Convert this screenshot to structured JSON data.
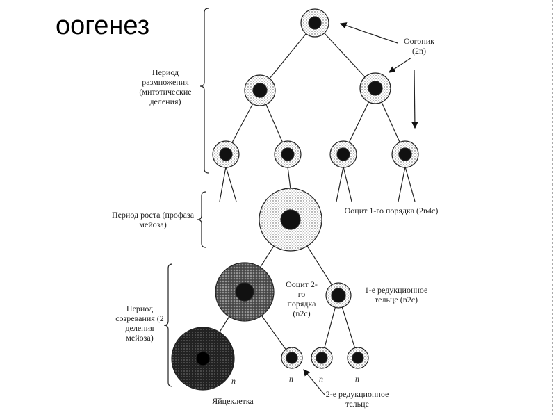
{
  "title": "оогенез",
  "periods": {
    "reproduction": "Период размножения (митотические деления)",
    "growth": "Период роста (профаза мейоза)",
    "maturation": "Период созревания (2 деления мейоза)"
  },
  "labels": {
    "oogonia": "Оогоник (2n)",
    "oocyte1": "Ооцит 1-го порядка (2n4c)",
    "oocyte2": "Ооцит 2-го порядка (n2c)",
    "polar1": "1-е редукционное тельце (n2c)",
    "polar2": "2-е редукционное тельце",
    "egg": "Яйцеклетка",
    "n": "n"
  }
}
